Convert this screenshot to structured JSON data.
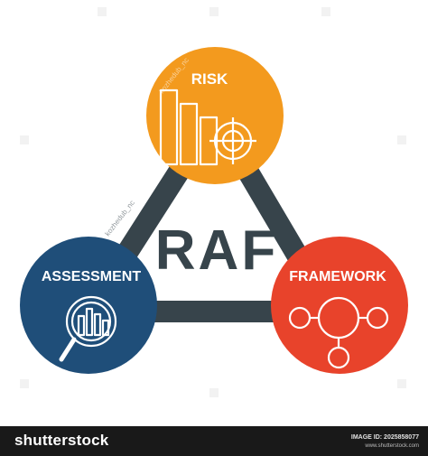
{
  "diagram": {
    "center_label": "RAF",
    "nodes": [
      {
        "key": "risk",
        "label": "RISK",
        "color": "#f39a1e",
        "icon": "bar-chart-target-icon"
      },
      {
        "key": "assessment",
        "label": "ASSESSMENT",
        "color": "#1f4e79",
        "icon": "magnifier-bar-chart-icon"
      },
      {
        "key": "framework",
        "label": "FRAMEWORK",
        "color": "#e8432b",
        "icon": "network-nodes-icon"
      }
    ],
    "colors": {
      "triangle": "#37444b",
      "text_dark": "#37444b",
      "text_light": "#ffffff"
    }
  },
  "watermark": {
    "text": "kozhedub_nc"
  },
  "footer": {
    "brand": "shutterstock",
    "image_id": "IMAGE ID: 2025858077",
    "site": "www.shutterstock.com"
  }
}
